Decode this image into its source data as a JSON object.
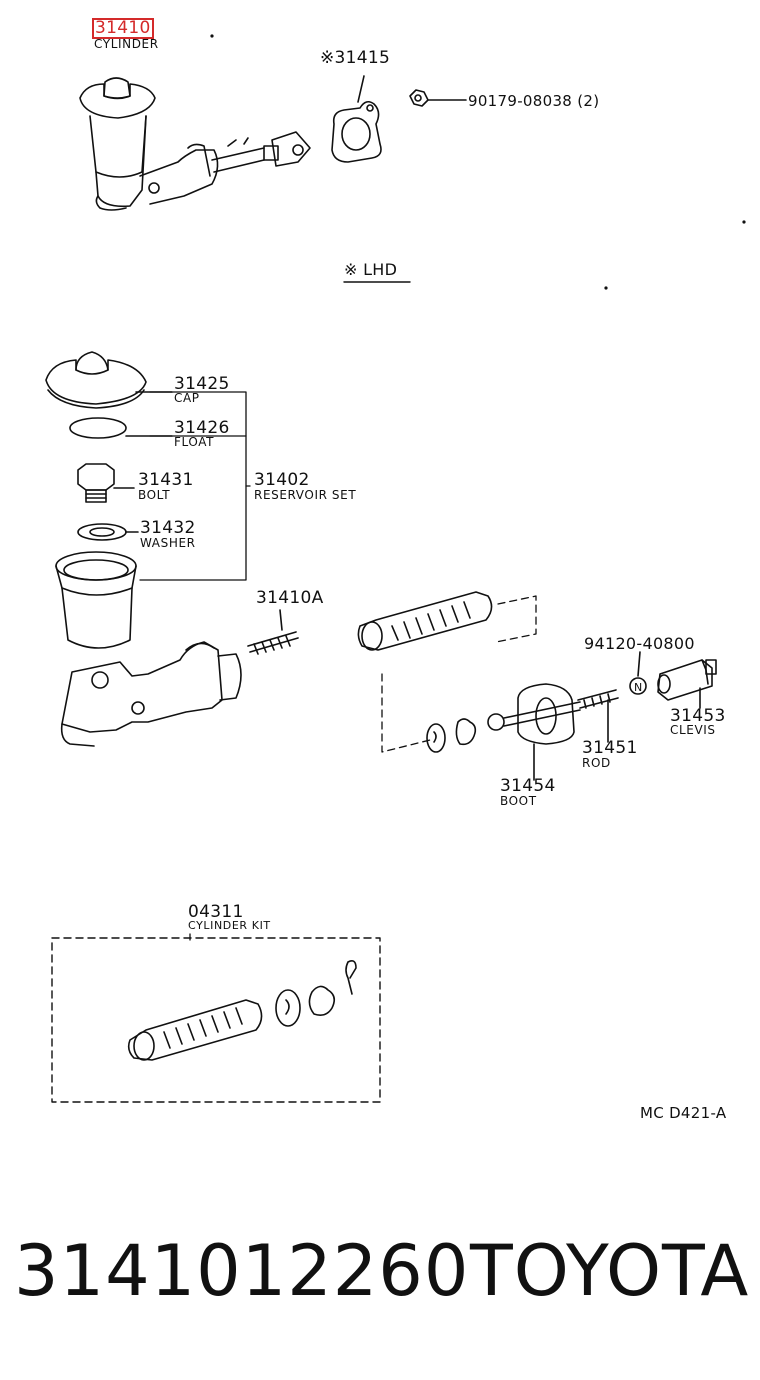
{
  "diagram": {
    "top_group": {
      "cylinder_number": "31410",
      "cylinder_name": "CYLINDER",
      "gasket_number": "※31415",
      "nut_number": "90179-08038 (2)",
      "lhd_note": "※ LHD"
    },
    "middle_group": {
      "cap_number": "31425",
      "cap_name": "CAP",
      "float_number": "31426",
      "float_name": "FLOAT",
      "bolt_number": "31431",
      "bolt_name": "BOLT",
      "washer_number": "31432",
      "washer_name": "WASHER",
      "reservoir_number": "31402",
      "reservoir_name": "RESERVOIR SET",
      "spring_number": "31410A",
      "nut2_number": "94120-40800",
      "clevis_number": "31453",
      "clevis_name": "CLEVIS",
      "rod_number": "31451",
      "rod_name": "ROD",
      "boot_number": "31454",
      "boot_name": "BOOT"
    },
    "kit_group": {
      "kit_number": "04311",
      "kit_name": "CYLINDER KIT"
    },
    "drawing_code": "MC D421-A"
  },
  "footer": {
    "part_number": "3141012260",
    "brand": "TOYOTA"
  },
  "colors": {
    "highlight": "#d42a2a",
    "ink": "#111111"
  }
}
